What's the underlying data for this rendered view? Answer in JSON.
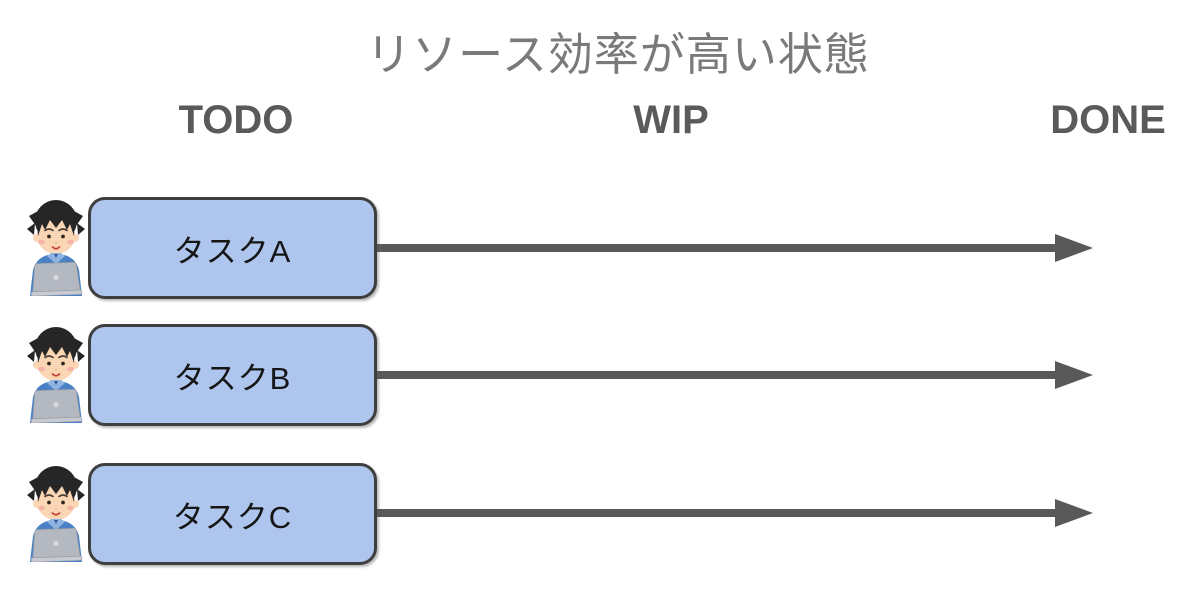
{
  "title": "リソース効率が高い状態",
  "columns": [
    {
      "label": "TODO"
    },
    {
      "label": "WIP"
    },
    {
      "label": "DONE"
    }
  ],
  "rows": [
    {
      "task": "タスクA",
      "worker_icon": "person-with-laptop-icon",
      "arrow_icon": "arrow-right-icon"
    },
    {
      "task": "タスクB",
      "worker_icon": "person-with-laptop-icon",
      "arrow_icon": "arrow-right-icon"
    },
    {
      "task": "タスクC",
      "worker_icon": "person-with-laptop-icon",
      "arrow_icon": "arrow-right-icon"
    }
  ],
  "colors": {
    "title_text": "#7a7a7a",
    "header_text": "#5a5a5a",
    "task_card_fill": "#aec6ee",
    "task_card_border": "#3f3f3f",
    "task_text": "#151515",
    "arrow": "#595959"
  }
}
